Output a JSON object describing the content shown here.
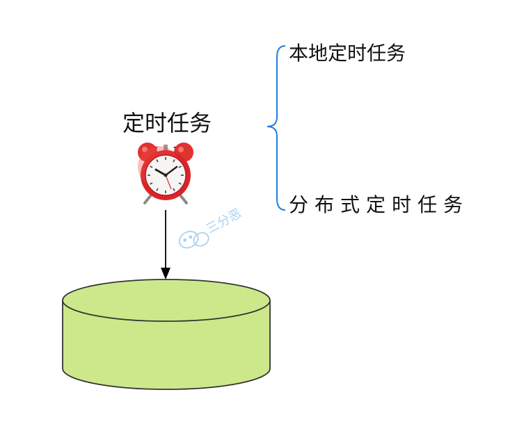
{
  "diagram": {
    "main_label": "定时任务",
    "branches": [
      {
        "label": "本地定时任务"
      },
      {
        "label": "分布式定时任务"
      }
    ]
  },
  "watermark": {
    "text": "三分恶",
    "icon": "wechat-icon"
  },
  "colors": {
    "brace": "#1E7FE0",
    "cylinder_fill": "#CDE88B",
    "cylinder_stroke": "#333333",
    "arrow": "#000000",
    "clock_body": "#D9252A",
    "watermark": "#9ACBF0"
  }
}
